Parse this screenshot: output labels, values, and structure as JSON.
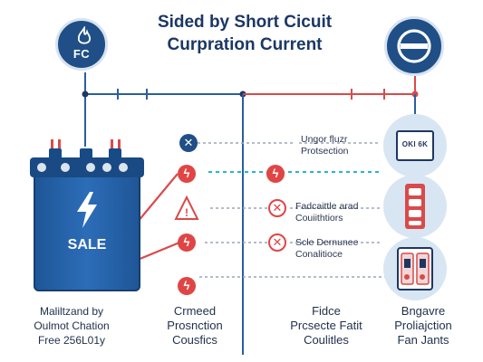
{
  "title": {
    "line1": "Sided by Short Cicuit",
    "line2": "Curpration Current"
  },
  "badges": {
    "left": {
      "text": "FC",
      "icon": "flame-icon"
    },
    "right": {
      "icon": "minus-circle-icon"
    }
  },
  "battery": {
    "label": "SALE",
    "icon": "lightning-bolt-icon"
  },
  "rows": [
    {
      "icon": "x-icon",
      "label_line1": "Ungor fluzr",
      "label_line2": "Protsection"
    },
    {
      "icon": "lightning-icon",
      "label_line1": "",
      "label_line2": ""
    },
    {
      "icon": "x-icon",
      "label_line1": "Fadcaittle arad",
      "label_line2": "Couiithtiors"
    },
    {
      "icon": "x-icon",
      "label_line1": "Scle Dernunee",
      "label_line2": "Conalitioce"
    }
  ],
  "right_panels": [
    {
      "icon": "circuit-board-icon",
      "text": "OKI 6K"
    },
    {
      "icon": "fuse-stack-icon",
      "text": ""
    },
    {
      "icon": "switch-panel-icon",
      "text": ""
    }
  ],
  "bottom": {
    "col1": [
      "Maliltzand by",
      "Oulmot Chation",
      "Free 256L01y"
    ],
    "col2": [
      "Crmeed",
      "Prosnction",
      "Cousfics"
    ],
    "col3": [
      "Fidce",
      "Prcsecte Fatit",
      "Coulitles"
    ],
    "col4": [
      "Bngavre",
      "Proliajction",
      "Fan Jants"
    ]
  },
  "colors": {
    "navy": "#1f4f86",
    "red": "#e04545",
    "wire_blue": "#2a5fa0",
    "cyan": "#2bb3d1"
  }
}
